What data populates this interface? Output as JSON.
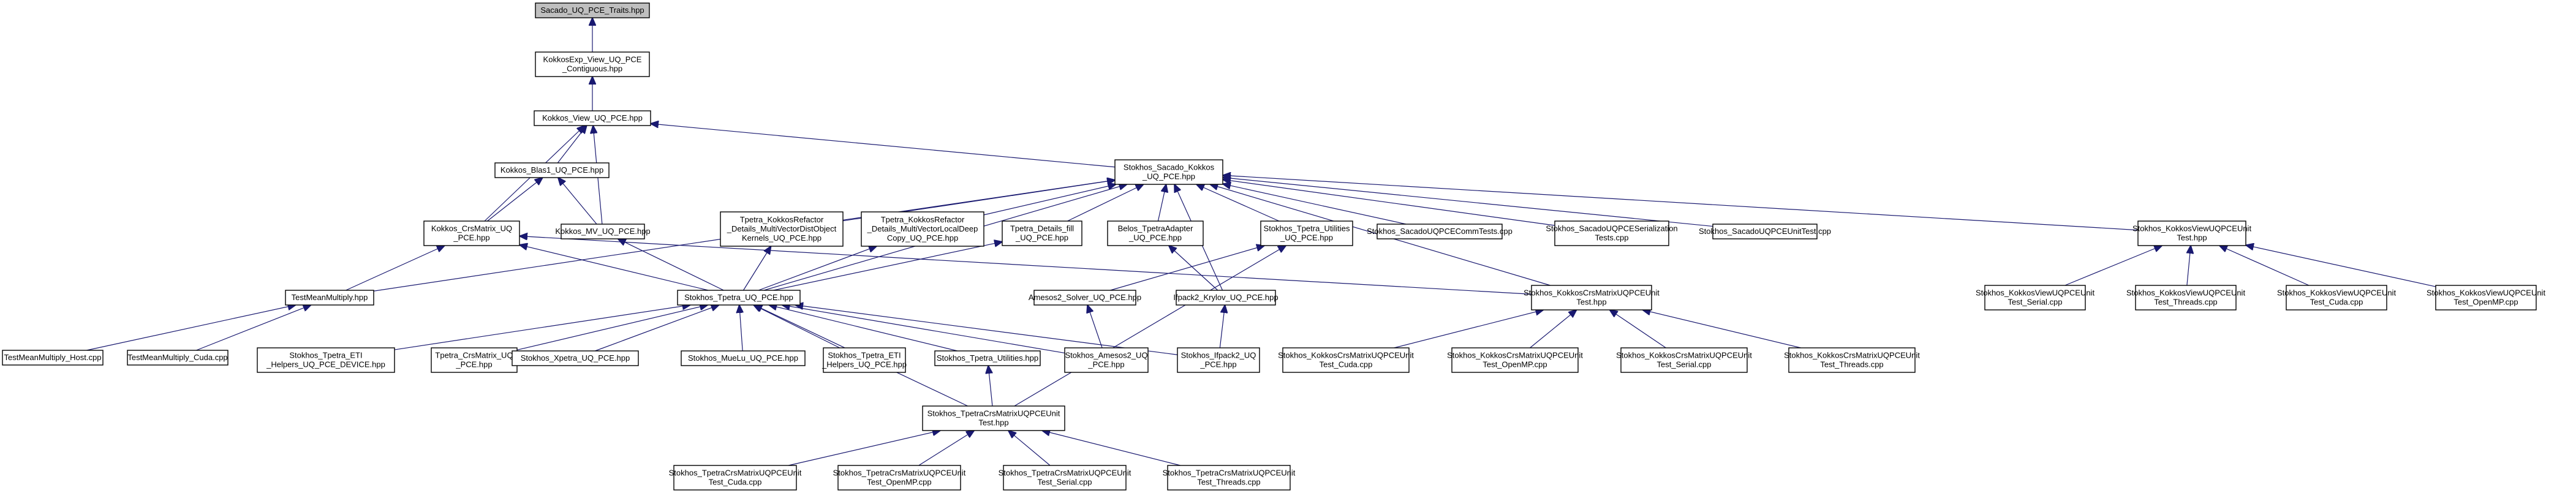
{
  "diagram": {
    "title": "Sacado_UQ_PCE_Traits.hpp",
    "colors": {
      "edge": "#191970",
      "node_border": "#000000",
      "root_fill": "#bfbfbf",
      "node_fill": "#ffffff"
    },
    "nodes": {
      "root": [
        "Sacado_UQ_PCE_Traits.hpp"
      ],
      "kexp": [
        "KokkosExp_View_UQ_PCE",
        "_Contiguous.hpp"
      ],
      "kview": [
        "Kokkos_View_UQ_PCE.hpp"
      ],
      "kblas": [
        "Kokkos_Blas1_UQ_PCE.hpp"
      ],
      "stk": [
        "Stokhos_Sacado_Kokkos",
        "_UQ_PCE.hpp"
      ],
      "kcrs": [
        "Kokkos_CrsMatrix_UQ",
        "_PCE.hpp"
      ],
      "kmv": [
        "Kokkos_MV_UQ_PCE.hpp"
      ],
      "tkr1": [
        "Tpetra_KokkosRefactor",
        "_Details_MultiVectorDistObject",
        "Kernels_UQ_PCE.hpp"
      ],
      "tkr2": [
        "Tpetra_KokkosRefactor",
        "_Details_MultiVectorLocalDeep",
        "Copy_UQ_PCE.hpp"
      ],
      "tdf": [
        "Tpetra_Details_fill",
        "_UQ_PCE.hpp"
      ],
      "belos": [
        "Belos_TpetraAdapter",
        "_UQ_PCE.hpp"
      ],
      "stu": [
        "Stokhos_Tpetra_Utilities",
        "_UQ_PCE.hpp"
      ],
      "sct": [
        "Stokhos_SacadoUQPCECommTests.cpp"
      ],
      "sst": [
        "Stokhos_SacadoUQPCESerialization",
        "Tests.cpp"
      ],
      "sut": [
        "Stokhos_SacadoUQPCEUnitTest.cpp"
      ],
      "skv": [
        "Stokhos_KokkosViewUQPCEUnit",
        "Test.hpp"
      ],
      "tmm": [
        "TestMeanMultiply.hpp"
      ],
      "stp": [
        "Stokhos_Tpetra_UQ_PCE.hpp"
      ],
      "am2s": [
        "Amesos2_Solver_UQ_PCE.hpp"
      ],
      "if2k": [
        "Ifpack2_Krylov_UQ_PCE.hpp"
      ],
      "skc": [
        "Stokhos_KokkosCrsMatrixUQPCEUnit",
        "Test.hpp"
      ],
      "skv1": [
        "Stokhos_KokkosViewUQPCEUnit",
        "Test_Serial.cpp"
      ],
      "skv2": [
        "Stokhos_KokkosViewUQPCEUnit",
        "Test_Threads.cpp"
      ],
      "skv3": [
        "Stokhos_KokkosViewUQPCEUnit",
        "Test_Cuda.cpp"
      ],
      "skv4": [
        "Stokhos_KokkosViewUQPCEUnit",
        "Test_OpenMP.cpp"
      ],
      "tmh": [
        "TestMeanMultiply_Host.cpp"
      ],
      "tmc": [
        "TestMeanMultiply_Cuda.cpp"
      ],
      "eti": [
        "Stokhos_Tpetra_ETI",
        "_Helpers_UQ_PCE_DEVICE.hpp"
      ],
      "tcm": [
        "Tpetra_CrsMatrix_UQ",
        "_PCE.hpp"
      ],
      "xp": [
        "Stokhos_Xpetra_UQ_PCE.hpp"
      ],
      "mue": [
        "Stokhos_MueLu_UQ_PCE.hpp"
      ],
      "eti2": [
        "Stokhos_Tpetra_ETI",
        "_Helpers_UQ_PCE.hpp"
      ],
      "stut": [
        "Stokhos_Tpetra_Utilities.hpp"
      ],
      "am2": [
        "Stokhos_Amesos2_UQ",
        "_PCE.hpp"
      ],
      "if2": [
        "Stokhos_Ifpack2_UQ",
        "_PCE.hpp"
      ],
      "skc1": [
        "Stokhos_KokkosCrsMatrixUQPCEUnit",
        "Test_Cuda.cpp"
      ],
      "skc2": [
        "Stokhos_KokkosCrsMatrixUQPCEUnit",
        "Test_OpenMP.cpp"
      ],
      "skc3": [
        "Stokhos_KokkosCrsMatrixUQPCEUnit",
        "Test_Serial.cpp"
      ],
      "skc4": [
        "Stokhos_KokkosCrsMatrixUQPCEUnit",
        "Test_Threads.cpp"
      ],
      "stc": [
        "Stokhos_TpetraCrsMatrixUQPCEUnit",
        "Test.hpp"
      ],
      "stc1": [
        "Stokhos_TpetraCrsMatrixUQPCEUnit",
        "Test_Cuda.cpp"
      ],
      "stc2": [
        "Stokhos_TpetraCrsMatrixUQPCEUnit",
        "Test_OpenMP.cpp"
      ],
      "stc3": [
        "Stokhos_TpetraCrsMatrixUQPCEUnit",
        "Test_Serial.cpp"
      ],
      "stc4": [
        "Stokhos_TpetraCrsMatrixUQPCEUnit",
        "Test_Threads.cpp"
      ]
    },
    "edges": [
      [
        "kexp",
        "root"
      ],
      [
        "kview",
        "kexp"
      ],
      [
        "kblas",
        "kview"
      ],
      [
        "kmv",
        "kview"
      ],
      [
        "kcrs",
        "kview"
      ],
      [
        "stk",
        "kview"
      ],
      [
        "kcrs",
        "kblas"
      ],
      [
        "kmv",
        "kblas"
      ],
      [
        "tkr1",
        "stk"
      ],
      [
        "tkr2",
        "stk"
      ],
      [
        "tdf",
        "stk"
      ],
      [
        "belos",
        "stk"
      ],
      [
        "stu",
        "stk"
      ],
      [
        "sct",
        "stk"
      ],
      [
        "sst",
        "stk"
      ],
      [
        "sut",
        "stk"
      ],
      [
        "skv",
        "stk"
      ],
      [
        "tmm",
        "stk"
      ],
      [
        "stp",
        "stk"
      ],
      [
        "skc",
        "stk"
      ],
      [
        "if2k",
        "stk"
      ],
      [
        "tmm",
        "kcrs"
      ],
      [
        "stp",
        "kcrs"
      ],
      [
        "skc",
        "kcrs"
      ],
      [
        "stp",
        "kmv"
      ],
      [
        "stp",
        "tkr1"
      ],
      [
        "stp",
        "tkr2"
      ],
      [
        "stp",
        "tdf"
      ],
      [
        "if2k",
        "belos"
      ],
      [
        "am2s",
        "stu"
      ],
      [
        "stc",
        "stu"
      ],
      [
        "tmh",
        "tmm"
      ],
      [
        "tmc",
        "tmm"
      ],
      [
        "eti",
        "stp"
      ],
      [
        "tcm",
        "stp"
      ],
      [
        "xp",
        "stp"
      ],
      [
        "mue",
        "stp"
      ],
      [
        "eti2",
        "stp"
      ],
      [
        "stut",
        "stp"
      ],
      [
        "am2",
        "stp"
      ],
      [
        "if2",
        "stp"
      ],
      [
        "stc",
        "stp"
      ],
      [
        "am2",
        "am2s"
      ],
      [
        "if2",
        "if2k"
      ],
      [
        "stc",
        "stut"
      ],
      [
        "skv1",
        "skv"
      ],
      [
        "skv2",
        "skv"
      ],
      [
        "skv3",
        "skv"
      ],
      [
        "skv4",
        "skv"
      ],
      [
        "skc1",
        "skc"
      ],
      [
        "skc2",
        "skc"
      ],
      [
        "skc3",
        "skc"
      ],
      [
        "skc4",
        "skc"
      ],
      [
        "stc1",
        "stc"
      ],
      [
        "stc2",
        "stc"
      ],
      [
        "stc3",
        "stc"
      ],
      [
        "stc4",
        "stc"
      ]
    ]
  }
}
